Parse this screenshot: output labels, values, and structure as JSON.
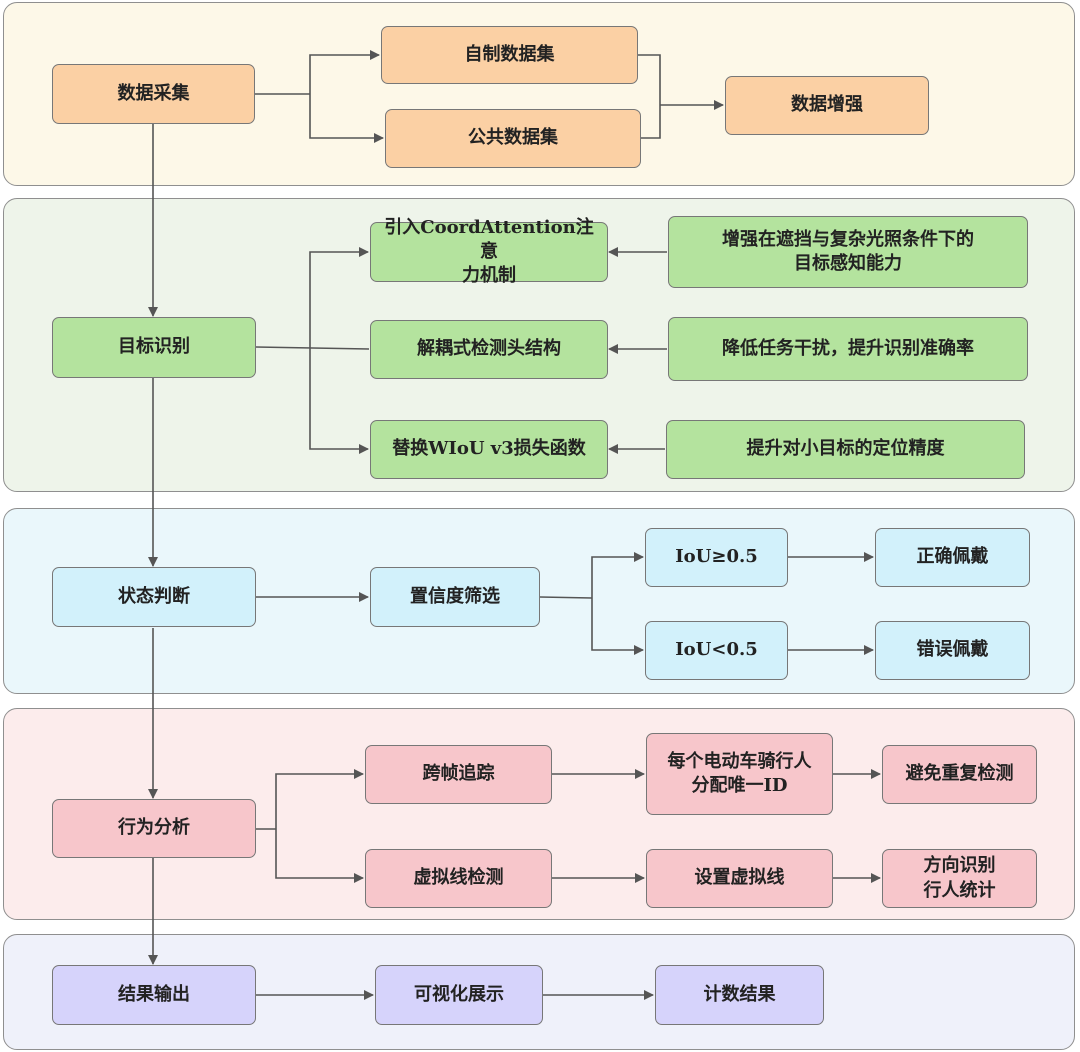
{
  "colors": {
    "band_data": "#fdf8e8",
    "band_detect": "#eef4ea",
    "band_state": "#eaf7fb",
    "band_behavior": "#fcecec",
    "band_output": "#eff1fa",
    "line": "#555555"
  },
  "nodes": {
    "collect": "数据采集",
    "self_dataset": "自制数据集",
    "public_dataset": "公共数据集",
    "augment": "数据增强",
    "detect": "目标识别",
    "coord_attention": "引入CoordAttention注意\n力机制",
    "coord_effect": "增强在遮挡与复杂光照条件下的\n目标感知能力",
    "decoupled_head": "解耦式检测头结构",
    "decoupled_effect": "降低任务干扰，提升识别准确率",
    "wiou": "替换WIoU v3损失函数",
    "wiou_effect": "提升对小目标的定位精度",
    "state": "状态判断",
    "confidence": "置信度筛选",
    "iou_high": "IoU≥0.5",
    "iou_low": "IoU<0.5",
    "correct": "正确佩戴",
    "wrong": "错误佩戴",
    "behavior": "行为分析",
    "tracking": "跨帧追踪",
    "unique_id": "每个电动车骑行人\n分配唯一ID",
    "avoid_dup": "避免重复检测",
    "virtual_line_detect": "虚拟线检测",
    "set_line": "设置虚拟线",
    "direction_count": "方向识别\n行人统计",
    "output": "结果输出",
    "visualize": "可视化展示",
    "count_result": "计数结果"
  }
}
